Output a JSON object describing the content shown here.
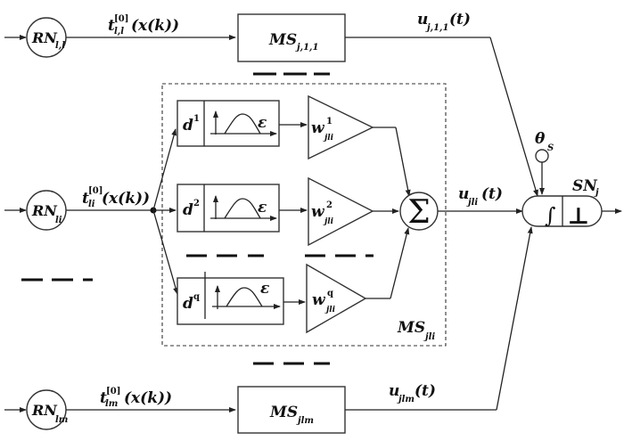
{
  "diagram": {
    "receptive_neurons": [
      {
        "id": "rn-1",
        "name": "RN",
        "sub": "l,l",
        "signal": {
          "base": "t",
          "sub": "l,l",
          "sup": "[0]",
          "arg": "(x(k))"
        }
      },
      {
        "id": "rn-i",
        "name": "RN",
        "sub": "li",
        "signal": {
          "base": "t",
          "sub": "li",
          "sup": "[0]",
          "arg": "(x(k))"
        }
      },
      {
        "id": "rn-m",
        "name": "RN",
        "sub": "lm",
        "signal": {
          "base": "t",
          "sub": "lm",
          "sup": "[0]",
          "arg": "(x(k))"
        }
      }
    ],
    "synapse_blocks": [
      {
        "id": "ms-1",
        "name": "MS",
        "sub": "j,1,1",
        "output": {
          "base": "u",
          "sub": "j,1,1",
          "arg": "(t)"
        }
      },
      {
        "id": "ms-i",
        "name": "MS",
        "sub": "jli",
        "output": {
          "base": "u",
          "sub": "jli",
          "arg": "(t)"
        }
      },
      {
        "id": "ms-m",
        "name": "MS",
        "sub": "jlm",
        "output": {
          "base": "u",
          "sub": "jlm",
          "arg": "(t)"
        }
      }
    ],
    "expanded_synapse": {
      "label": {
        "name": "MS",
        "sub": "jli"
      },
      "delays": [
        {
          "name": "d",
          "sup": "1",
          "kernel": "ε",
          "weight": {
            "base": "w",
            "sup": "1",
            "sub": "jli"
          }
        },
        {
          "name": "d",
          "sup": "2",
          "kernel": "ε",
          "weight": {
            "base": "w",
            "sup": "2",
            "sub": "jli"
          }
        },
        {
          "name": "d",
          "sup": "q",
          "kernel": "ε",
          "weight": {
            "base": "w",
            "sup": "q",
            "sub": "jli"
          }
        }
      ],
      "summer_symbol": "Σ"
    },
    "spiking_neuron": {
      "name": "SN",
      "sub": "j",
      "integrator_symbol": "∫",
      "threshold_symbol": "⊥",
      "threshold": {
        "base": "θ",
        "sub": "S"
      }
    }
  }
}
